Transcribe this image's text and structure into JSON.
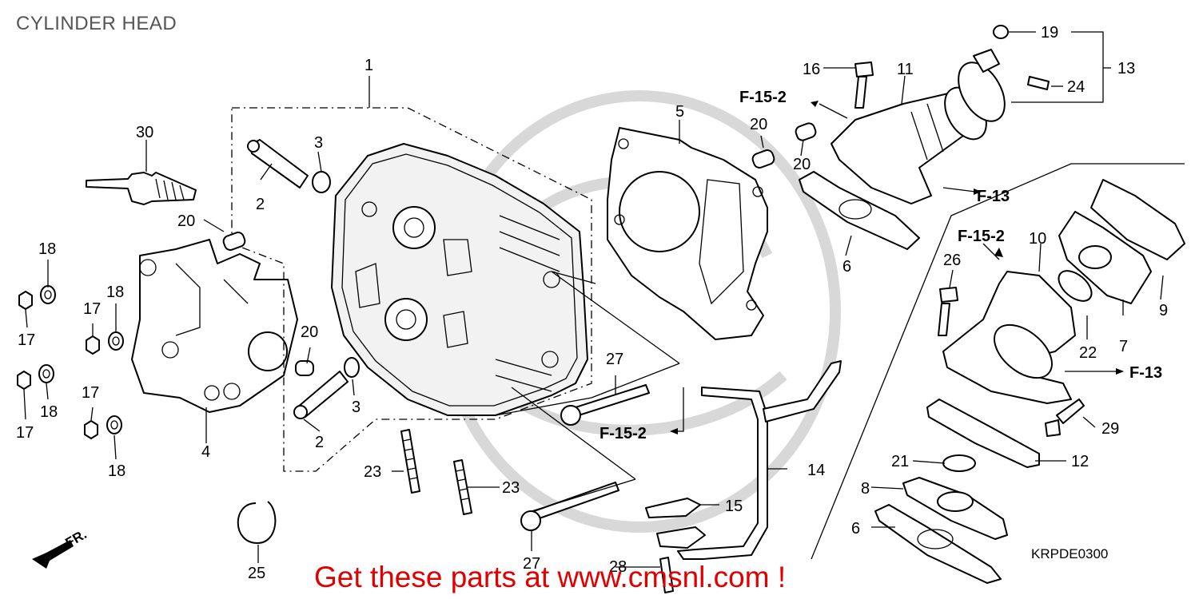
{
  "title": "CYLINDER HEAD",
  "diagram_code": "KRPDE0300",
  "footer_text": "Get these parts at www.cmsnl.com !",
  "direction_label": "FR.",
  "reference_labels": {
    "f15_2": "F-15-2",
    "f13": "F-13"
  },
  "part_numbers": [
    "1",
    "2",
    "3",
    "4",
    "5",
    "6",
    "7",
    "8",
    "9",
    "10",
    "11",
    "12",
    "13",
    "14",
    "15",
    "16",
    "17",
    "18",
    "19",
    "20",
    "21",
    "22",
    "23",
    "24",
    "25",
    "26",
    "27",
    "28",
    "29",
    "30"
  ],
  "colors": {
    "title": "#555555",
    "footer": "#e00000",
    "lines": "#000000",
    "watermark": "#d8d8d8"
  }
}
